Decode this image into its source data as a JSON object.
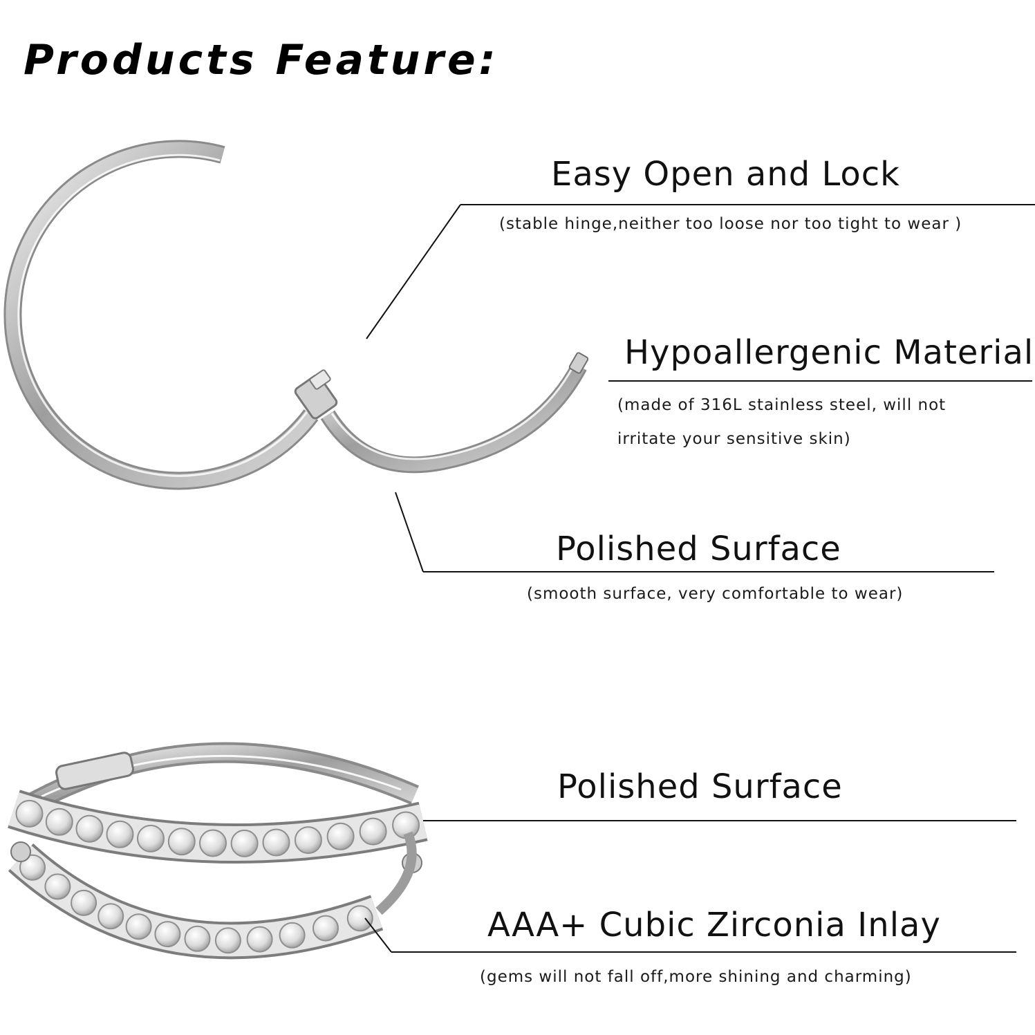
{
  "title": "Products Feature:",
  "features": [
    {
      "heading": "Easy Open and Lock",
      "desc": "(stable hinge,neither too loose nor too tight to wear )"
    },
    {
      "heading": "Hypoallergenic Material",
      "desc_line1": "(made of 316L stainless steel, will not",
      "desc_line2": "irritate your sensitive skin)"
    },
    {
      "heading": "Polished Surface",
      "desc": "(smooth surface, very comfortable to wear)"
    },
    {
      "heading": "Polished Surface"
    },
    {
      "heading": "AAA+ Cubic Zirconia Inlay",
      "desc": "(gems will not fall off,more shining and charming)"
    }
  ],
  "images": {
    "open_hoop": "hinged-hoop-ring-open",
    "double_hoop": "double-row-cz-hoop-ring"
  },
  "colors": {
    "background": "#ffffff",
    "text": "#111111",
    "metal": "#b8b8b8"
  }
}
